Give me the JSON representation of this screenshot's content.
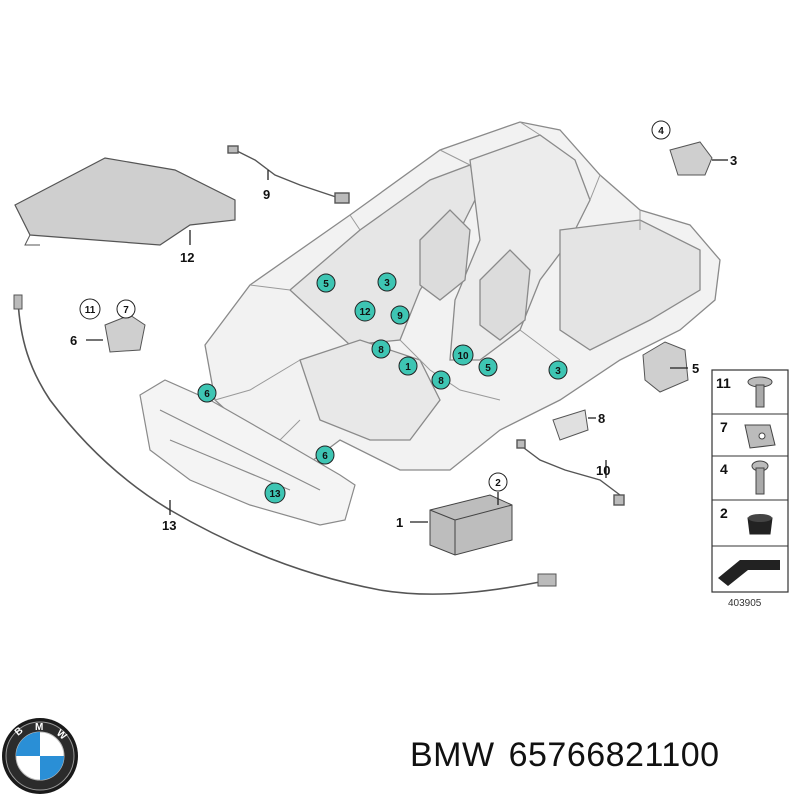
{
  "diagram": {
    "callouts": [
      "5",
      "3",
      "12",
      "9",
      "8",
      "1",
      "10",
      "5",
      "8",
      "3",
      "6",
      "6",
      "13"
    ],
    "part_labels": [
      "9",
      "12",
      "4",
      "3",
      "11",
      "7",
      "6",
      "5",
      "8",
      "10",
      "2",
      "1",
      "13"
    ],
    "legend": [
      "11",
      "7",
      "4",
      "2"
    ],
    "image_code": "403905"
  },
  "footer": {
    "brand": "BMW",
    "part_number": "65766821100"
  },
  "colors": {
    "callout_fill": "#3ec5b3",
    "line": "#444444",
    "part_fill": "#d9d9d9"
  }
}
